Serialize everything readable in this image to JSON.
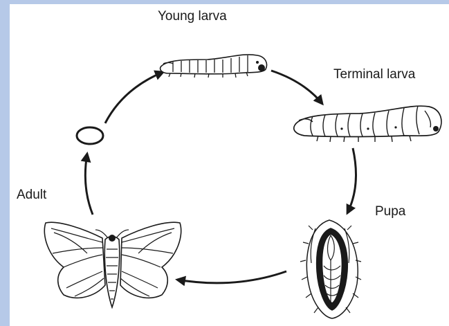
{
  "title": "",
  "stages": {
    "young_larva": "Young larva",
    "terminal_larva": "Terminal larva",
    "pupa": "Pupa",
    "adult": "Adult"
  },
  "colors": {
    "frame": "#b6c9e8",
    "ink": "#1a1a1a"
  }
}
